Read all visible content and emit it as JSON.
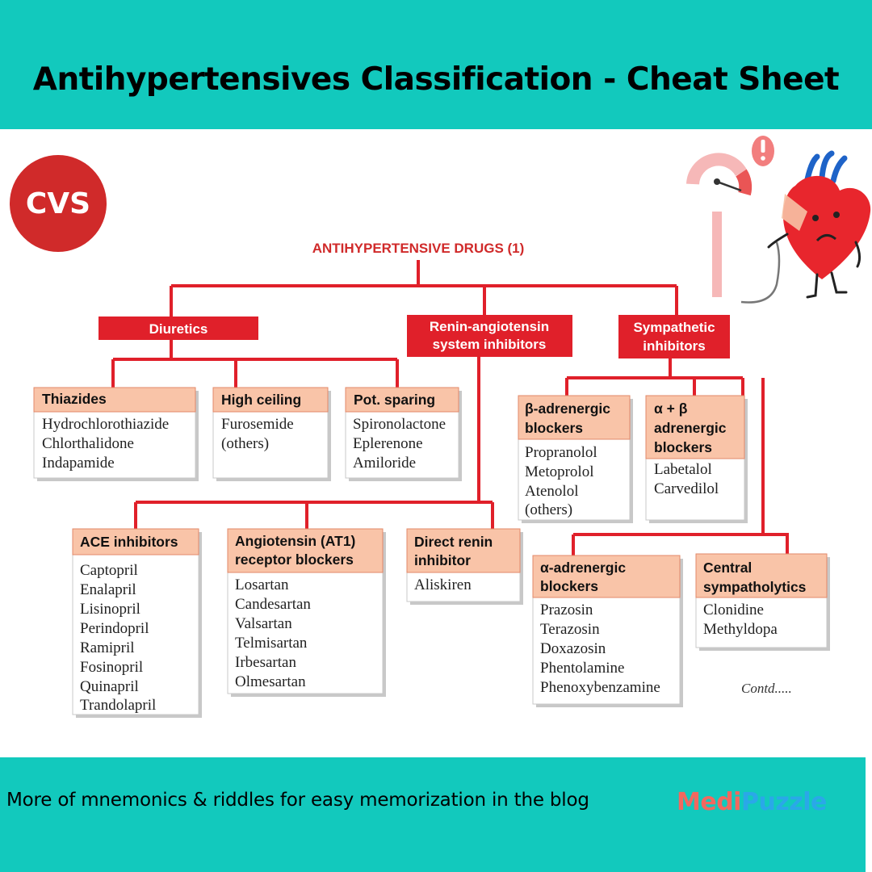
{
  "header": {
    "title": "Antihypertensives Classification - Cheat Sheet"
  },
  "badge": {
    "label": "CVS"
  },
  "diagram": {
    "root": "ANTIHYPERTENSIVE DRUGS (1)",
    "categories": [
      {
        "lines": [
          "Diuretics"
        ]
      },
      {
        "lines": [
          "Renin-angiotensin",
          "system inhibitors"
        ]
      },
      {
        "lines": [
          "Sympathetic",
          "inhibitors"
        ]
      }
    ],
    "groups": [
      {
        "title": [
          "Thiazides"
        ],
        "drugs": [
          "Hydrochlorothiazide",
          "Chlorthalidone",
          "Indapamide"
        ]
      },
      {
        "title": [
          "High ceiling"
        ],
        "drugs": [
          "Furosemide",
          "(others)"
        ]
      },
      {
        "title": [
          "Pot. sparing"
        ],
        "drugs": [
          "Spironolactone",
          "Eplerenone",
          "Amiloride"
        ]
      },
      {
        "title": [
          "ACE inhibitors"
        ],
        "drugs": [
          "Captopril",
          "Enalapril",
          "Lisinopril",
          "Perindopril",
          "Ramipril",
          "Fosinopril",
          "Quinapril",
          "Trandolapril"
        ]
      },
      {
        "title": [
          "Angiotensin (AT1)",
          "receptor blockers"
        ],
        "drugs": [
          "Losartan",
          "Candesartan",
          "Valsartan",
          "Telmisartan",
          "Irbesartan",
          "Olmesartan"
        ]
      },
      {
        "title": [
          "Direct renin",
          "inhibitor"
        ],
        "drugs": [
          "Aliskiren"
        ]
      },
      {
        "title": [
          "β-adrenergic",
          "blockers"
        ],
        "drugs": [
          "Propranolol",
          "Metoprolol",
          "Atenolol",
          "(others)"
        ]
      },
      {
        "title": [
          "α + β",
          "adrenergic",
          "blockers"
        ],
        "drugs": [
          "Labetalol",
          "Carvedilol"
        ]
      },
      {
        "title": [
          "α-adrenergic",
          "blockers"
        ],
        "drugs": [
          "Prazosin",
          "Terazosin",
          "Doxazosin",
          "Phentolamine",
          "Phenoxybenzamine"
        ]
      },
      {
        "title": [
          "Central",
          "sympatholytics"
        ],
        "drugs": [
          "Clonidine",
          "Methyldopa"
        ]
      }
    ],
    "contd": "Contd....."
  },
  "footer": {
    "text": "More of mnemonics & riddles for easy memorization in the blog",
    "brand_part1": "Medi",
    "brand_part2": "Puzzle"
  },
  "colors": {
    "banner": "#12c9bd",
    "red": "#e0202a",
    "salmon": "#f9c4a8",
    "badge": "#d02a2a",
    "brand_red": "#f2685f",
    "brand_blue": "#2aa8e8"
  },
  "illustration": {
    "icons": [
      "blood-pressure-gauge-icon",
      "warning-icon",
      "sad-heart-icon"
    ]
  }
}
